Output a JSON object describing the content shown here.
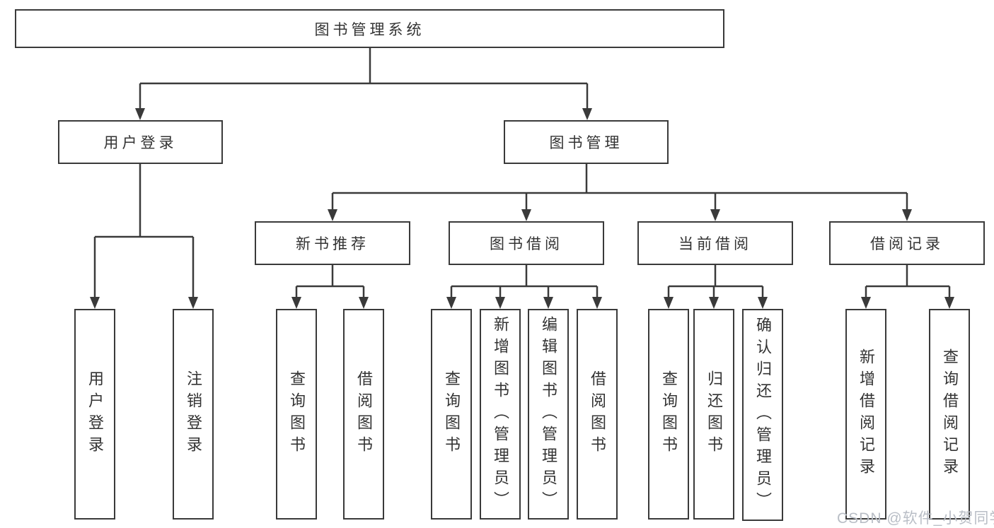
{
  "diagram": {
    "root": {
      "label": "图书管理系统",
      "children": [
        {
          "label": "用户登录",
          "children": [
            {
              "label": "用户登录"
            },
            {
              "label": "注销登录"
            }
          ]
        },
        {
          "label": "图书管理",
          "children": [
            {
              "label": "新书推荐",
              "children": [
                {
                  "label": "查询图书"
                },
                {
                  "label": "借阅图书"
                }
              ]
            },
            {
              "label": "图书借阅",
              "children": [
                {
                  "label": "查询图书"
                },
                {
                  "label": "新增图书（管理员）"
                },
                {
                  "label": "编辑图书（管理员）"
                },
                {
                  "label": "借阅图书"
                }
              ]
            },
            {
              "label": "当前借阅",
              "children": [
                {
                  "label": "查询图书"
                },
                {
                  "label": "归还图书"
                },
                {
                  "label": "确认归还（管理员）"
                }
              ]
            },
            {
              "label": "借阅记录",
              "children": [
                {
                  "label": "新增借阅记录"
                },
                {
                  "label": "查询借阅记录"
                }
              ]
            }
          ]
        }
      ]
    },
    "watermark": "CSDN @软件_小贺同学",
    "colors": {
      "line": "#3a3a3a",
      "text": "#333333",
      "watermark": "#b9bec6"
    }
  }
}
